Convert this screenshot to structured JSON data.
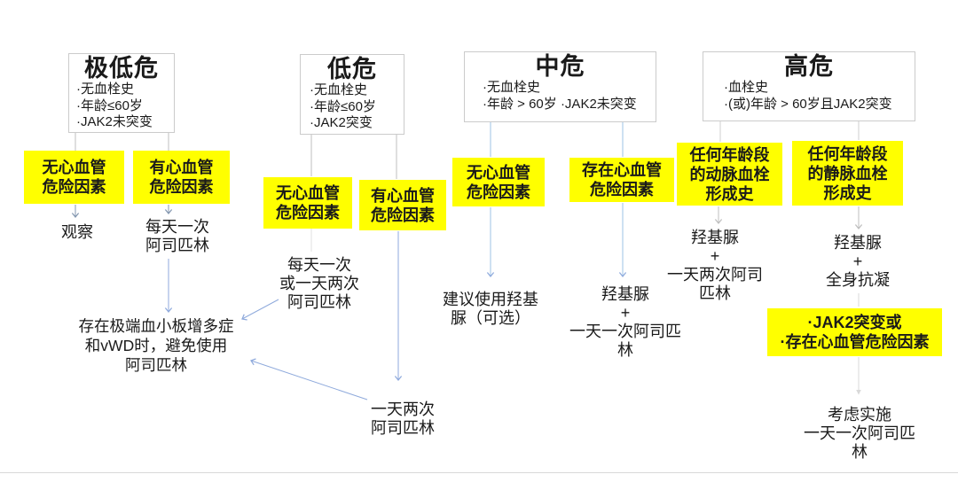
{
  "colors": {
    "highlight_yellow": "#FFFF00",
    "arrow_blue": "#8FAADC",
    "arrow_blue_light": "#9DC3E6",
    "arrow_steel": "#8497B0",
    "connector_gray": "#BFBFBF",
    "arrow_light_gray": "#D9D9D9",
    "box_border_gray": "#CBCBCB"
  },
  "risk_groups": [
    {
      "title": "极低危",
      "criteria": "·无血栓史\n·年龄≤60岁\n·JAK2未突变",
      "branches": [
        {
          "factor": "无心血管\n危险因素",
          "treatment": "观察"
        },
        {
          "factor": "有心血管\n危险因素",
          "treatment": "每天一次\n阿司匹林"
        }
      ]
    },
    {
      "title": "低危",
      "criteria": "·无血栓史\n·年龄≤60岁\n·JAK2突变",
      "branches": [
        {
          "factor": "无心血管\n危险因素",
          "treatment": "每天一次\n或一天两次\n阿司匹林"
        },
        {
          "factor": "有心血管\n危险因素",
          "treatment": "一天两次\n阿司匹林"
        }
      ]
    },
    {
      "title": "中危",
      "criteria": "·无血栓史\n·年龄 > 60岁  ·JAK2未突变",
      "branches": [
        {
          "factor": "无心血管\n危险因素",
          "treatment": "建议使用羟基\n脲（可选）"
        },
        {
          "factor": "存在心血管\n危险因素",
          "treatment": "羟基脲\n+\n一天一次阿司匹林"
        }
      ]
    },
    {
      "title": "高危",
      "criteria": "·血栓史\n·(或)年龄 > 60岁且JAK2突变",
      "branches": [
        {
          "factor": "任何年龄段\n的动脉血栓\n形成史",
          "treatment": "羟基脲\n+\n一天两次阿司\n匹林"
        },
        {
          "factor": "任何年龄段\n的静脉血栓\n形成史",
          "treatment": "羟基脲\n+\n全身抗凝",
          "followup_factor": "·JAK2突变或\n·存在心血管危险因素",
          "followup_treatment": "考虑实施\n一天一次阿司匹林"
        }
      ]
    }
  ],
  "warning_note": "存在极端血小板增多症\n和vWD时，避免使用\n阿司匹林"
}
